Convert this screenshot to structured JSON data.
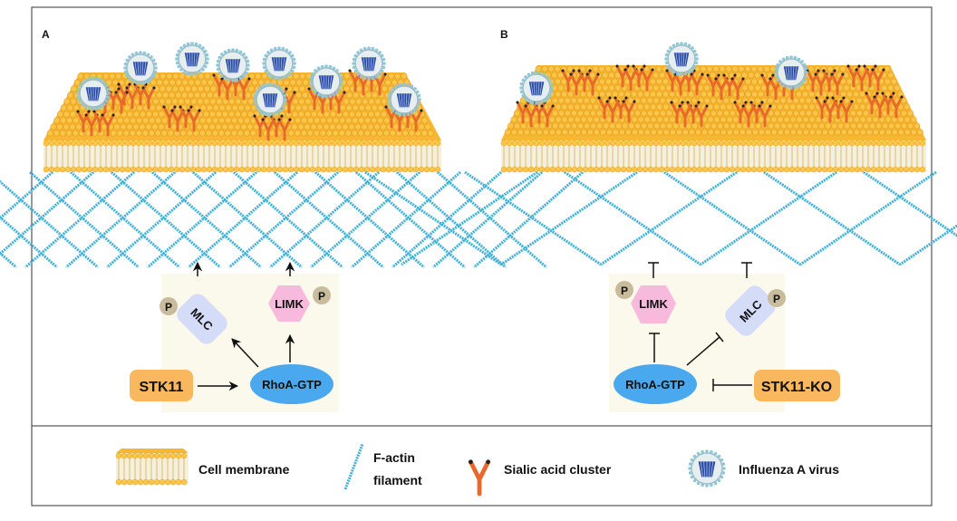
{
  "panels": {
    "a": {
      "label": "A",
      "stk11": "STK11",
      "rhoa": "RhoA-GTP",
      "mlc": "MLC",
      "limk": "LIMK",
      "phospho": "P"
    },
    "b": {
      "label": "B",
      "stk11": "STK11-KO",
      "rhoa": "RhoA-GTP",
      "mlc": "MLC",
      "limk": "LIMK",
      "phospho": "P"
    }
  },
  "legend": {
    "membrane": "Cell membrane",
    "actin_line1": "F-actin",
    "actin_line2": "filament",
    "sialic": "Sialic acid cluster",
    "virus": "Influenza A virus"
  },
  "colors": {
    "membrane": "#f7b733",
    "actin": "#3fb0d8",
    "sialic": "#e8692a",
    "virus_core": "#2a4aa0",
    "stk11": "#f9b85e",
    "rhoa": "#4aa8ee",
    "mlc": "#d4dcf7",
    "limk": "#f7b9dc",
    "phospho": "#c8bc9c",
    "pathway_bg": "#fbf9ec"
  }
}
